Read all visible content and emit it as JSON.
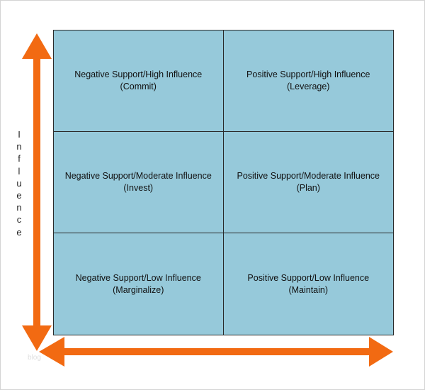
{
  "diagram": {
    "y_axis_label": "Influence",
    "watermark": "blog",
    "arrow_color": "#f26a12",
    "cell_color": "#96c9da",
    "cells": [
      {
        "line1": "Negative Support/High Influence",
        "line2": "(Commit)"
      },
      {
        "line1": "Positive Support/High Influence",
        "line2": "(Leverage)"
      },
      {
        "line1": "Negative Support/Moderate Influence",
        "line2": "(Invest)"
      },
      {
        "line1": "Positive Support/Moderate Influence",
        "line2": "(Plan)"
      },
      {
        "line1": "Negative Support/Low Influence",
        "line2": "(Marginalize)"
      },
      {
        "line1": "Positive Support/Low Influence",
        "line2": "(Maintain)"
      }
    ]
  }
}
